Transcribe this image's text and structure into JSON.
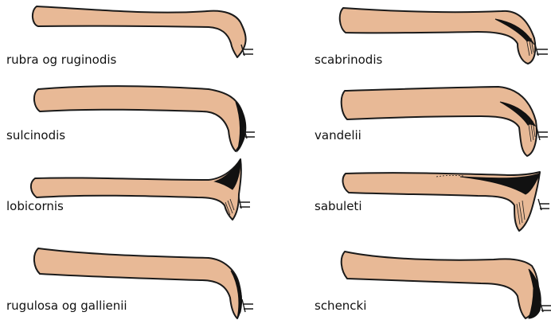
{
  "colors": {
    "fill": "#E8B996",
    "outline": "#1A1A1A",
    "dark": "#111111",
    "background": "#FFFFFF"
  },
  "scapes": [
    {
      "label": "rubra og ruginodis",
      "shape": "rubra"
    },
    {
      "label": "scabrinodis",
      "shape": "scabrinodis"
    },
    {
      "label": "sulcinodis",
      "shape": "sulcinodis"
    },
    {
      "label": "vandelii",
      "shape": "vandelii"
    },
    {
      "label": "lobicornis",
      "shape": "lobicornis"
    },
    {
      "label": "sabuleti",
      "shape": "sabuleti"
    },
    {
      "label": "rugulosa og gallienii",
      "shape": "rugulosa"
    },
    {
      "label": "schencki",
      "shape": "schencki"
    }
  ]
}
